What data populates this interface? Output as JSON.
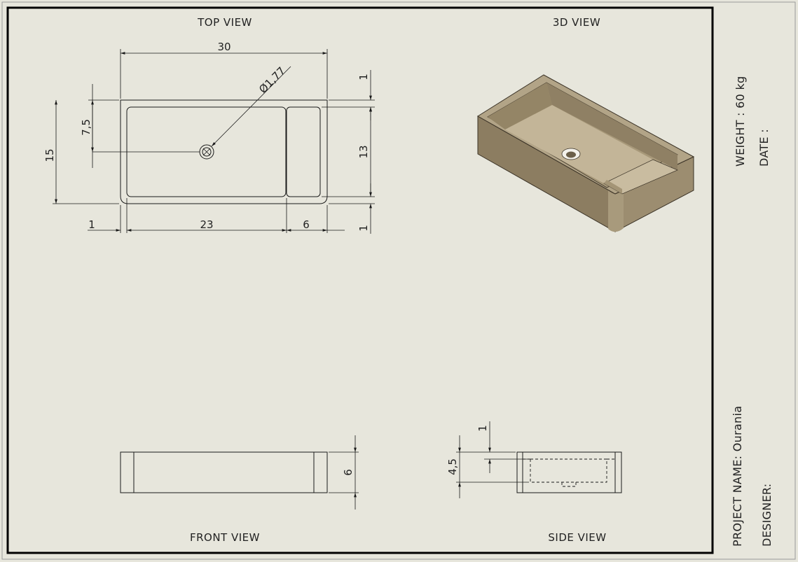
{
  "views": {
    "top": "TOP VIEW",
    "iso": "3D VIEW",
    "front": "FRONT VIEW",
    "side": "SIDE VIEW"
  },
  "dimensions": {
    "top_length": "30",
    "hole_dia": "Ø1,77",
    "top_left_wall": "1",
    "top_right_wall_top": "1",
    "top_right_wall_bottom": "1",
    "hole_offset": "7,5",
    "overall_width": "15",
    "inner_width": "13",
    "bottom_left": "1",
    "basin_length": "23",
    "shelf_length": "6",
    "front_height": "6",
    "side_top": "1",
    "side_depth": "4,5"
  },
  "title_block": {
    "weight": "WEIGHT : 60 kg",
    "date": "DATE :",
    "project": "PROJECT NAME: Ourania",
    "designer": "DESIGNER:"
  },
  "colors": {
    "paper": "#e7e6dc",
    "stone_light": "#c4b69a",
    "stone_mid": "#a39474",
    "stone_dark": "#8a7b5e"
  }
}
